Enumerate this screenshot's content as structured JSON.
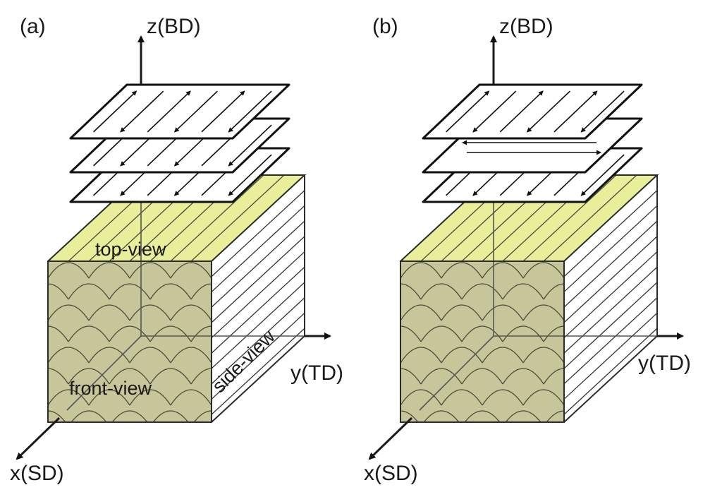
{
  "panels": [
    {
      "id": "a",
      "label": "(a)",
      "axes": {
        "z": "z(BD)",
        "y": "y(TD)",
        "x": "x(SD)"
      },
      "faces": {
        "top": "top-view",
        "front": "front-view",
        "side": "side-view"
      },
      "layers": [
        "diagonal",
        "diagonal",
        "diagonal"
      ]
    },
    {
      "id": "b",
      "label": "(b)",
      "axes": {
        "z": "z(BD)",
        "y": "y(TD)",
        "x": "x(SD)"
      },
      "faces": {
        "top": "",
        "front": "",
        "side": ""
      },
      "layers": [
        "diagonal",
        "horizontal",
        "diagonal"
      ]
    }
  ],
  "colors": {
    "top_face": "#e9ee9a",
    "front_face": "#c7c69a",
    "side_face": "#ffffff",
    "line": "#111111"
  }
}
